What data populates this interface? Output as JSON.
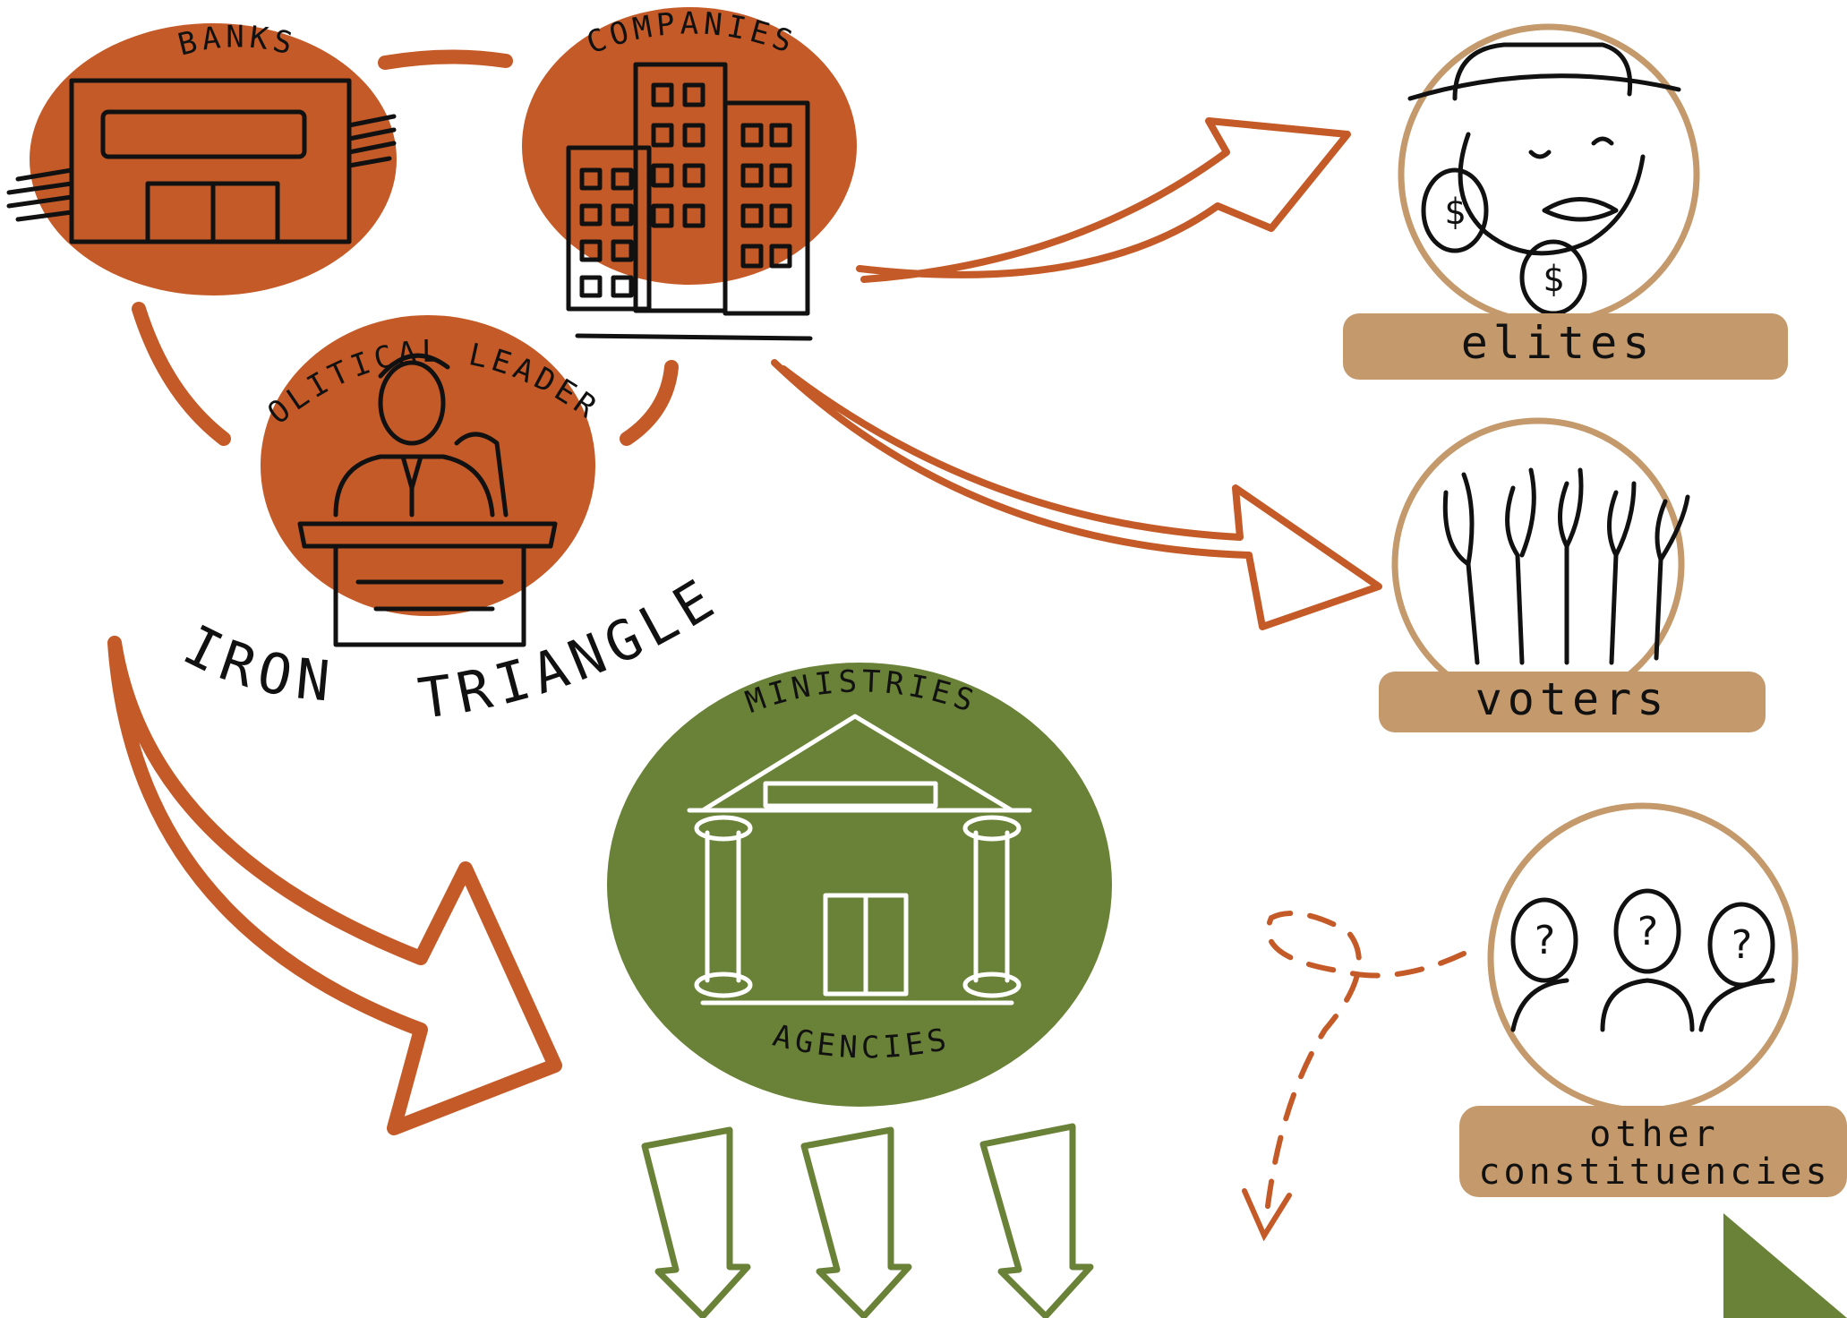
{
  "colors": {
    "orange": "#c45a27",
    "green": "#6a8237",
    "tan": "#c49a6c",
    "ink": "#111111"
  },
  "title": "IRON TRIANGLE",
  "nodes": {
    "banks": "BANKS",
    "companies": "COMPANIES",
    "political_leaders": "POLITICAL LEADERS",
    "ministries": "MINISTRIES",
    "agencies": "AGENCIES"
  },
  "constituencies": {
    "elites": "elites",
    "voters": "voters",
    "other_line1": "other",
    "other_line2": "constituencies"
  },
  "icons": [
    "bank-building-icon",
    "office-towers-icon",
    "politician-podium-icon",
    "government-building-icon",
    "rich-man-icon",
    "raised-hands-icon",
    "confused-people-icon",
    "down-arrow-icon",
    "question-mark-icon"
  ]
}
